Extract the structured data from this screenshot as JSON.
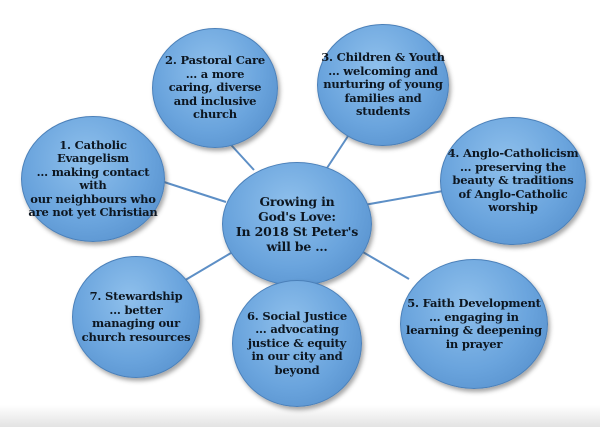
{
  "diagram": {
    "center": {
      "text": "Growing in\nGod's Love:\nIn 2018 St Peter's\nwill be …"
    },
    "nodes": [
      {
        "id": "pastoral-care",
        "text": "2. Pastoral Care\n… a more\ncaring, diverse\nand inclusive\nchurch"
      },
      {
        "id": "children-youth",
        "text": "3. Children & Youth\n… welcoming and\nnurturing of young\nfamilies and\nstudents"
      },
      {
        "id": "catholic-evangelism",
        "text": "1. Catholic Evangelism\n… making contact with\nour neighbours who\nare not yet Christian"
      },
      {
        "id": "anglo-catholicism",
        "text": "4. Anglo-Catholicism\n… preserving the\nbeauty & traditions\nof Anglo-Catholic\nworship"
      },
      {
        "id": "stewardship",
        "text": "7. Stewardship\n… better\nmanaging our\nchurch resources"
      },
      {
        "id": "social-justice",
        "text": "6. Social Justice\n… advocating\njustice & equity\nin our city and\nbeyond"
      },
      {
        "id": "faith-development",
        "text": "5. Faith Development\n… engaging in\nlearning & deepening\nin prayer"
      }
    ]
  },
  "colors": {
    "node_fill": "#6aa4dd",
    "node_border": "#4b80b9",
    "connector": "#5d8fc6",
    "text": "#0d1620"
  }
}
